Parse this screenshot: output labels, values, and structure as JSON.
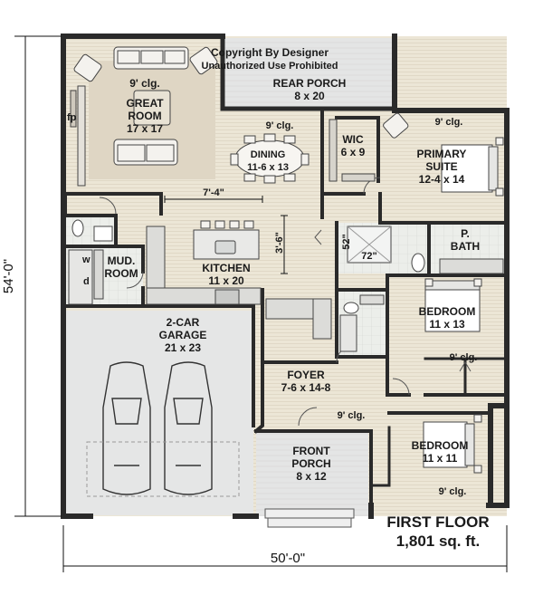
{
  "rooms": {
    "great_room": {
      "name1": "GREAT",
      "name2": "ROOM",
      "size": "17 x 17",
      "clg": "9' clg."
    },
    "rear_porch": {
      "name": "REAR PORCH",
      "size": "8 x 20"
    },
    "copyright": {
      "line1": "Copyright By Designer",
      "line2": "Unauthorized Use Prohibited"
    },
    "dining": {
      "name": "DINING",
      "size": "11-6 x 13",
      "clg": "9' clg."
    },
    "wic": {
      "name": "WIC",
      "size": "6 x 9"
    },
    "primary_suite": {
      "name1": "PRIMARY",
      "name2": "SUITE",
      "size": "12-4 x 14",
      "clg": "9' clg."
    },
    "kitchen": {
      "name": "KITCHEN",
      "size": "11 x 20",
      "dim_island_w": "7'-4\"",
      "dim_island_d": "3'-6\""
    },
    "mud_room": {
      "name1": "MUD.",
      "name2": "ROOM",
      "w": "w",
      "d": "d"
    },
    "fp": "fp",
    "p_bath": {
      "name1": "P.",
      "name2": "BATH"
    },
    "shower": {
      "dim1": "52\"",
      "dim2": "72\""
    },
    "garage": {
      "name1": "2-CAR",
      "name2": "GARAGE",
      "size": "21 x 23"
    },
    "bedroom1": {
      "name": "BEDROOM",
      "size": "11 x 13",
      "clg": "9' clg."
    },
    "foyer": {
      "name": "FOYER",
      "size": "7-6 x 14-8",
      "clg": "9' clg."
    },
    "front_porch": {
      "name1": "FRONT",
      "name2": "PORCH",
      "size": "8 x 12"
    },
    "bedroom2": {
      "name": "BEDROOM",
      "size": "11 x 11",
      "clg": "9' clg."
    }
  },
  "dimensions": {
    "depth": "54'-0\"",
    "width": "50'-0\""
  },
  "title": {
    "line1": "FIRST FLOOR",
    "line2": "1,801 sq. ft."
  },
  "colors": {
    "wall": "#2a2a2a",
    "floor_wood": "#ece6d6",
    "floor_tile": "#e9ebe8",
    "garage": "#e5e6e6",
    "rug": "#dfd6c4",
    "porch": "#e3e4e4"
  }
}
